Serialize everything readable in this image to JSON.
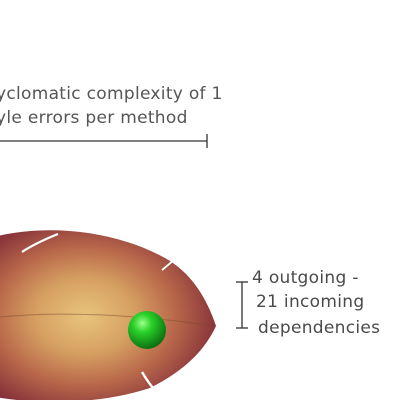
{
  "annotations": {
    "complexity_text": "yclomatic complexity of 1",
    "style_errors_text": "yle errors per method",
    "dependency_lines": [
      "4 outgoing -",
      "21 incoming",
      "dependencies"
    ]
  },
  "colors": {
    "leaf_core": "#e6c07a",
    "leaf_mid": "#c07a4a",
    "leaf_edge": "#8a2e3a",
    "indicator_ball": "#1fb81f",
    "rule_line": "#333333"
  }
}
